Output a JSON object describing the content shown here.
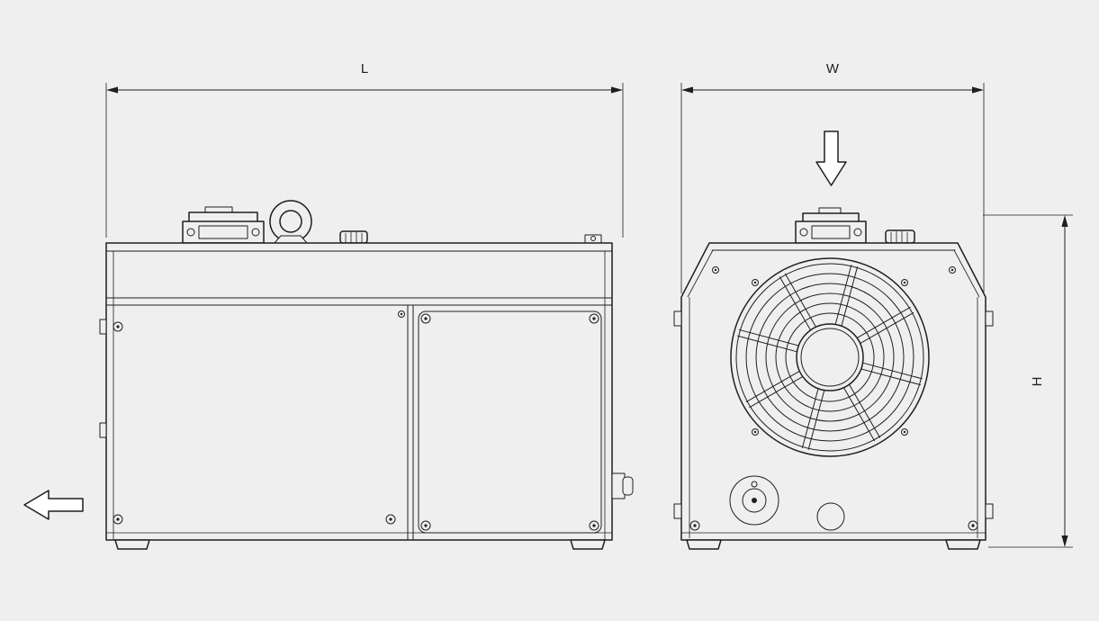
{
  "canvas": {
    "background_color": "#efefef",
    "line_color": "#1f1f1f",
    "arrow_fill_color": "#ffffff"
  },
  "dimensions": {
    "length_label": "L",
    "width_label": "W",
    "height_label": "H"
  },
  "icons": {
    "exhaust_arrow": "left-outline-arrow",
    "intake_arrow": "down-outline-arrow",
    "lifting_ring": "ring-eyelet",
    "fan": "radial-grille",
    "screw": "circle-with-dot"
  }
}
